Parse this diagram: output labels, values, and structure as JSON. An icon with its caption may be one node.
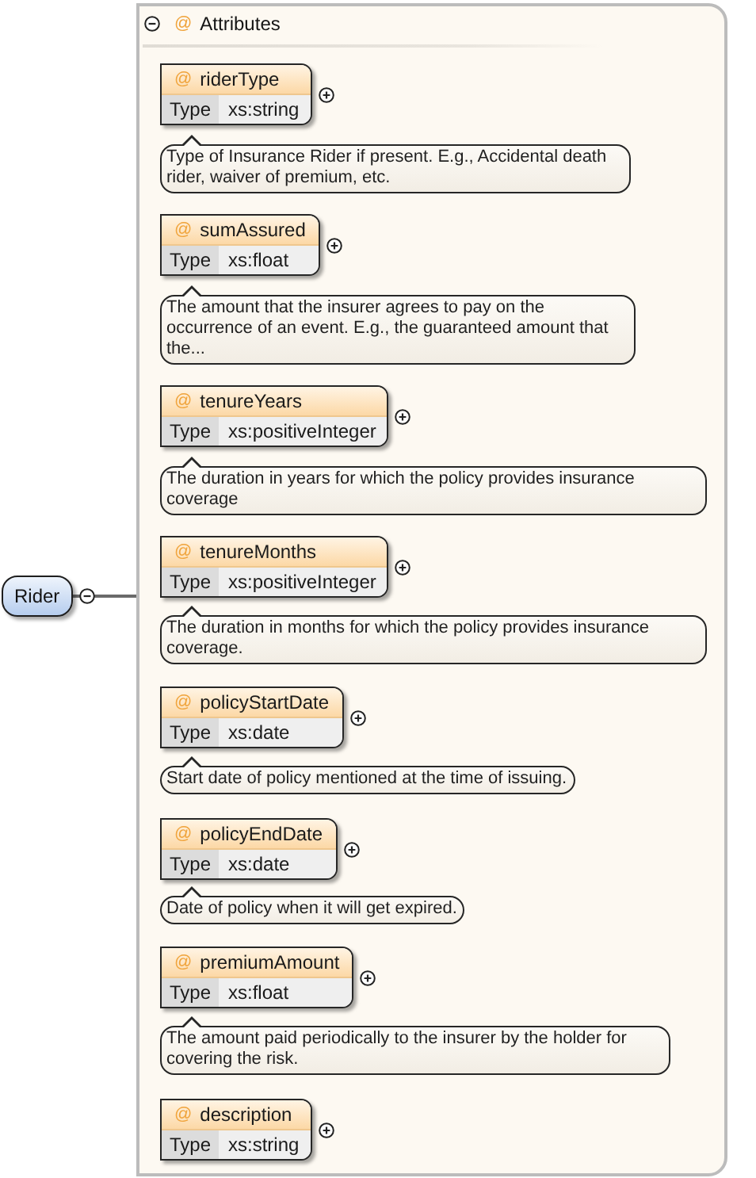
{
  "diagram": {
    "nodes": [
      {
        "text": [
          "Rider"
        ]
      },
      {
        "text": [
          "@",
          "Attributes"
        ]
      },
      {
        "text": [
          "@",
          "riderType",
          "Type",
          "xs:string"
        ],
        "in": 1
      },
      {
        "text": [
          "Type of Insurance Rider if present. E.g., Accidental death rider, waiver of premium, etc."
        ],
        "in": 1
      },
      {
        "text": [
          "@",
          "sumAssured",
          "Type",
          "xs:float"
        ],
        "in": 1
      },
      {
        "text": [
          "The amount that the insurer agrees to pay on the occurrence of an event. E.g., the guaranteed amount that the..."
        ],
        "in": 1
      },
      {
        "text": [
          "@",
          "tenureYears",
          "Type",
          "xs:positiveInteger"
        ],
        "in": 1
      },
      {
        "text": [
          "The duration in years for which the policy provides insurance coverage"
        ],
        "in": 1
      },
      {
        "text": [
          "@",
          "tenureMonths",
          "Type",
          "xs:positiveInteger"
        ],
        "in": 1
      },
      {
        "text": [
          "The duration in months for which the policy provides insurance coverage."
        ],
        "in": 1
      },
      {
        "text": [
          "@",
          "policyStartDate",
          "Type",
          "xs:date"
        ],
        "in": 1
      },
      {
        "text": [
          "Start date of policy mentioned at the time of issuing."
        ],
        "in": 1
      },
      {
        "text": [
          "@",
          "policyEndDate",
          "Type",
          "xs:date"
        ],
        "in": 1
      },
      {
        "text": [
          "Date of policy when it will get expired."
        ],
        "in": 1
      },
      {
        "text": [
          "@",
          "premiumAmount",
          "Type",
          "xs:float"
        ],
        "in": 1
      },
      {
        "text": [
          "The amount paid periodically to the insurer by the holder for covering the risk."
        ],
        "in": 1
      },
      {
        "text": [
          "@",
          "description",
          "Type",
          "xs:string"
        ],
        "in": 1
      }
    ],
    "edges": [
      {
        "from": 0,
        "to": 1,
        "arrow": "none"
      }
    ]
  }
}
